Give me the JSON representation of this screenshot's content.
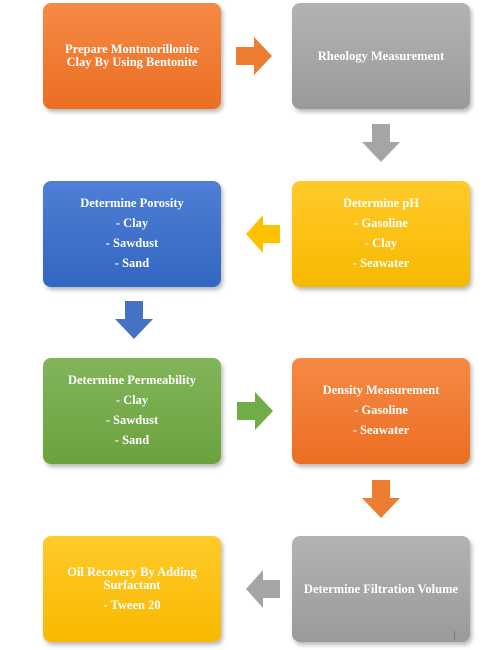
{
  "colors": {
    "orange": "#ED7D31",
    "gray": "#A5A5A5",
    "yellow": "#FFC000",
    "blue": "#4472C4",
    "green": "#70AD47"
  },
  "steps": [
    {
      "title": "Prepare Montmorillonite Clay By Using Bentonite",
      "items": [],
      "color": "orange"
    },
    {
      "title": "Rheology Measurement",
      "items": [],
      "color": "gray"
    },
    {
      "title": "Determine pH",
      "items": [
        "- Gasoline",
        "- Clay",
        "- Seawater"
      ],
      "color": "yellow"
    },
    {
      "title": "Determine Porosity",
      "items": [
        "- Clay",
        "- Sawdust",
        "- Sand"
      ],
      "color": "blue"
    },
    {
      "title": "Determine Permeability",
      "items": [
        "- Clay",
        "- Sawdust",
        "- Sand"
      ],
      "color": "green"
    },
    {
      "title": "Density Measurement",
      "items": [
        "- Gasoline",
        "- Seawater"
      ],
      "color": "orange"
    },
    {
      "title": "Determine Filtration Volume",
      "items": [],
      "color": "gray"
    },
    {
      "title": "Oil Recovery By Adding Surfactant",
      "items": [
        "- Tween 20"
      ],
      "color": "yellow"
    }
  ],
  "arrows": [
    {
      "from": 1,
      "to": 2,
      "direction": "right",
      "color": "orange"
    },
    {
      "from": 2,
      "to": 3,
      "direction": "down",
      "color": "gray"
    },
    {
      "from": 3,
      "to": 4,
      "direction": "left",
      "color": "yellow"
    },
    {
      "from": 4,
      "to": 5,
      "direction": "down",
      "color": "blue"
    },
    {
      "from": 5,
      "to": 6,
      "direction": "right",
      "color": "green"
    },
    {
      "from": 6,
      "to": 7,
      "direction": "down",
      "color": "orange"
    },
    {
      "from": 7,
      "to": 8,
      "direction": "left",
      "color": "gray"
    }
  ]
}
